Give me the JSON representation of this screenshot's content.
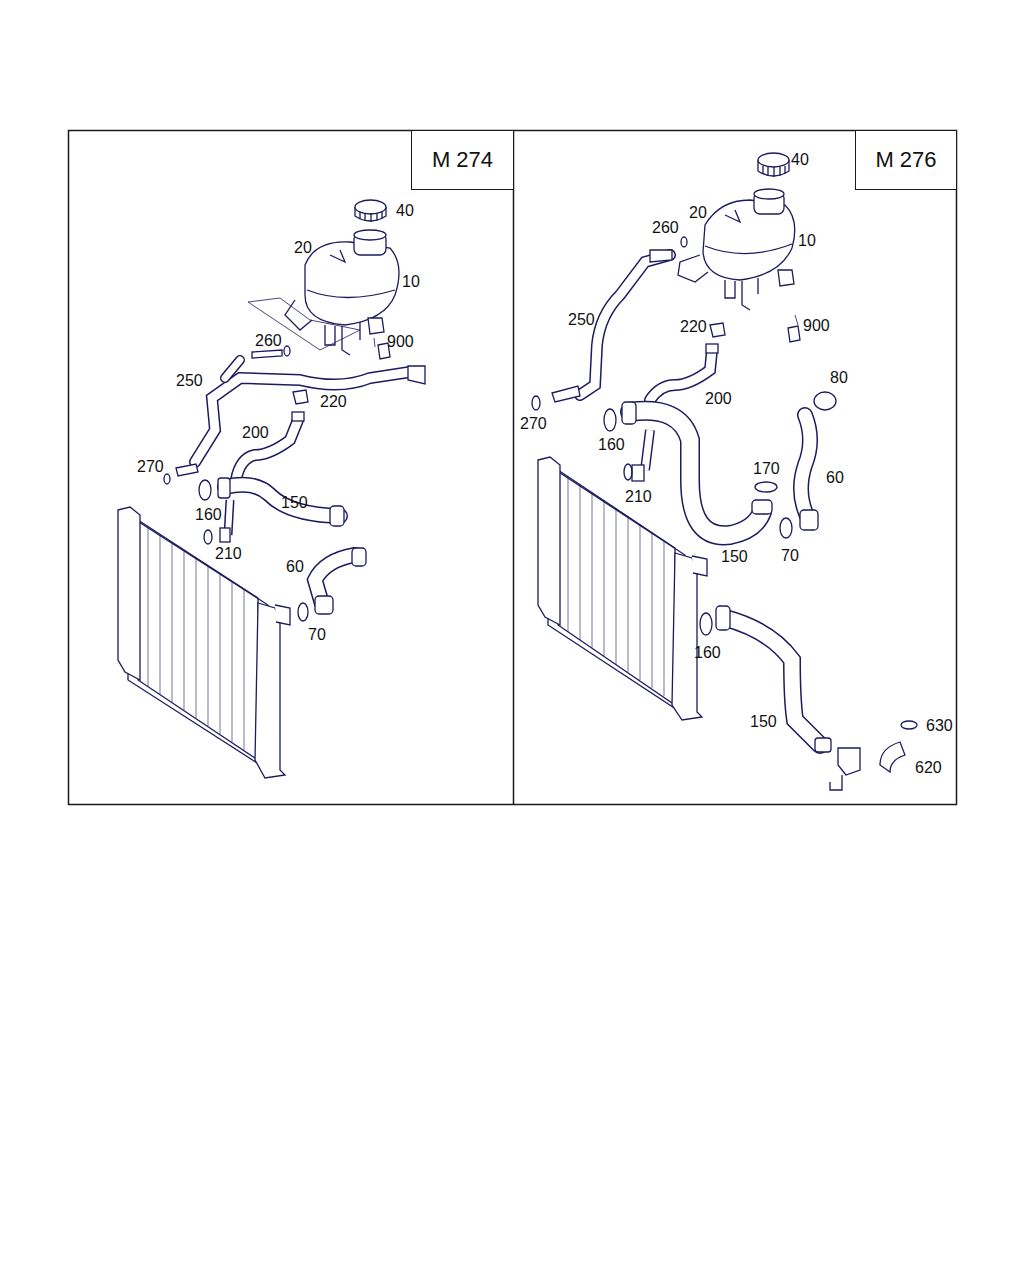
{
  "diagram": {
    "nodes": [
      {
        "text": [
          "M 274"
        ]
      },
      {
        "text": [
          "M 276"
        ]
      }
    ],
    "labels": [
      "40",
      "20",
      "10",
      "260",
      "900",
      "250",
      "220",
      "200",
      "270",
      "150",
      "160",
      "210",
      "60",
      "70",
      "40",
      "20",
      "260",
      "10",
      "250",
      "220",
      "900",
      "80",
      "200",
      "270",
      "160",
      "210",
      "170",
      "60",
      "150",
      "70",
      "160",
      "150",
      "630",
      "620"
    ]
  }
}
